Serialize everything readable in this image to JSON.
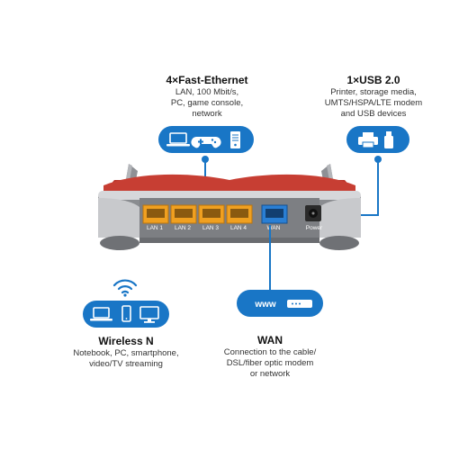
{
  "lan": {
    "title": "4×Fast-Ethernet",
    "desc_lines": [
      "LAN, 100 Mbit/s,",
      "PC, game console,",
      "network"
    ],
    "icons": [
      "laptop-icon",
      "gamepad-icon",
      "server-icon"
    ]
  },
  "usb": {
    "title": "1×USB 2.0",
    "desc_lines": [
      "Printer, storage media,",
      "UMTS/HSPA/LTE modem",
      "and USB devices"
    ],
    "icons": [
      "printer-icon",
      "usb-stick-icon"
    ]
  },
  "wireless": {
    "title": "Wireless N",
    "desc_lines": [
      "Notebook, PC, smartphone,",
      "video/TV streaming"
    ],
    "icons": [
      "wifi-icon",
      "laptop-icon",
      "smartphone-icon",
      "monitor-icon"
    ]
  },
  "wan": {
    "title": "WAN",
    "desc_lines": [
      "Connection to the cable/",
      "DSL/fiber optic modem",
      "or network"
    ],
    "icons": [
      "www-icon",
      "modem-icon"
    ],
    "www_text": "www"
  },
  "router": {
    "port_labels": [
      "LAN 1",
      "LAN 2",
      "LAN 3",
      "LAN 4",
      "WAN",
      "Power"
    ]
  },
  "colors": {
    "accent": "#1976c6",
    "lan_port": "#f0a020",
    "wan_port": "#2a7fd4",
    "router_body": "#8a8c90",
    "router_top": "#c0392b"
  }
}
